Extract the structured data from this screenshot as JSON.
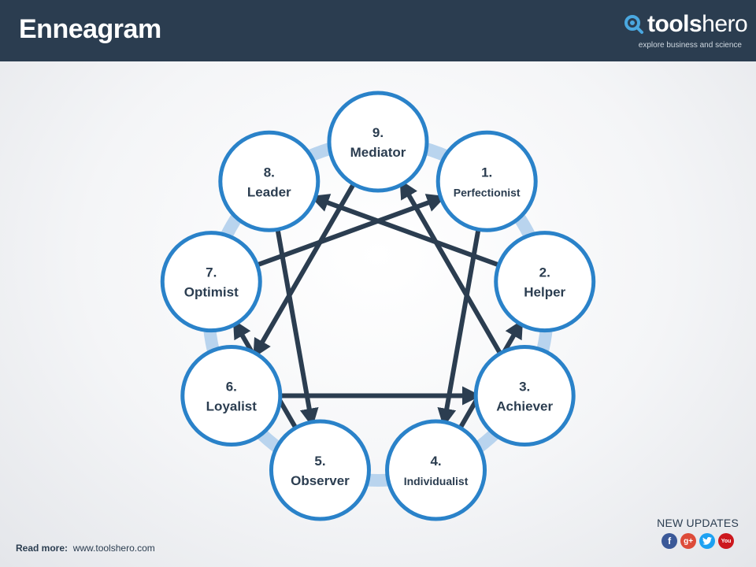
{
  "header": {
    "title": "Enneagram",
    "logo_bold": "tools",
    "logo_rest": "hero",
    "tagline": "explore business and science"
  },
  "nodes": [
    {
      "id": "9",
      "number": "9.",
      "label": "Mediator"
    },
    {
      "id": "1",
      "number": "1.",
      "label": "Perfectionist"
    },
    {
      "id": "2",
      "number": "2.",
      "label": "Helper"
    },
    {
      "id": "3",
      "number": "3.",
      "label": "Achiever"
    },
    {
      "id": "4",
      "number": "4.",
      "label": "Individualist"
    },
    {
      "id": "5",
      "number": "5.",
      "label": "Observer"
    },
    {
      "id": "6",
      "number": "6.",
      "label": "Loyalist"
    },
    {
      "id": "7",
      "number": "7.",
      "label": "Optimist"
    },
    {
      "id": "8",
      "number": "8.",
      "label": "Leader"
    }
  ],
  "arrows": [
    {
      "from": "9",
      "to": "6"
    },
    {
      "from": "6",
      "to": "3"
    },
    {
      "from": "3",
      "to": "9"
    },
    {
      "from": "1",
      "to": "4"
    },
    {
      "from": "4",
      "to": "2"
    },
    {
      "from": "2",
      "to": "8"
    },
    {
      "from": "8",
      "to": "5"
    },
    {
      "from": "5",
      "to": "7"
    },
    {
      "from": "7",
      "to": "1"
    }
  ],
  "colors": {
    "header_bg": "#2b3d50",
    "node_border": "#2a82c9",
    "ring": "#b9d4ee",
    "arrow": "#2b3d50",
    "text": "#2b3d50"
  },
  "footer": {
    "read_more_label": "Read more:",
    "read_more_url": "www.toolshero.com",
    "updates_label": "NEW UPDATES",
    "social_icons": [
      "facebook-icon",
      "google-plus-icon",
      "twitter-icon",
      "youtube-icon"
    ]
  }
}
